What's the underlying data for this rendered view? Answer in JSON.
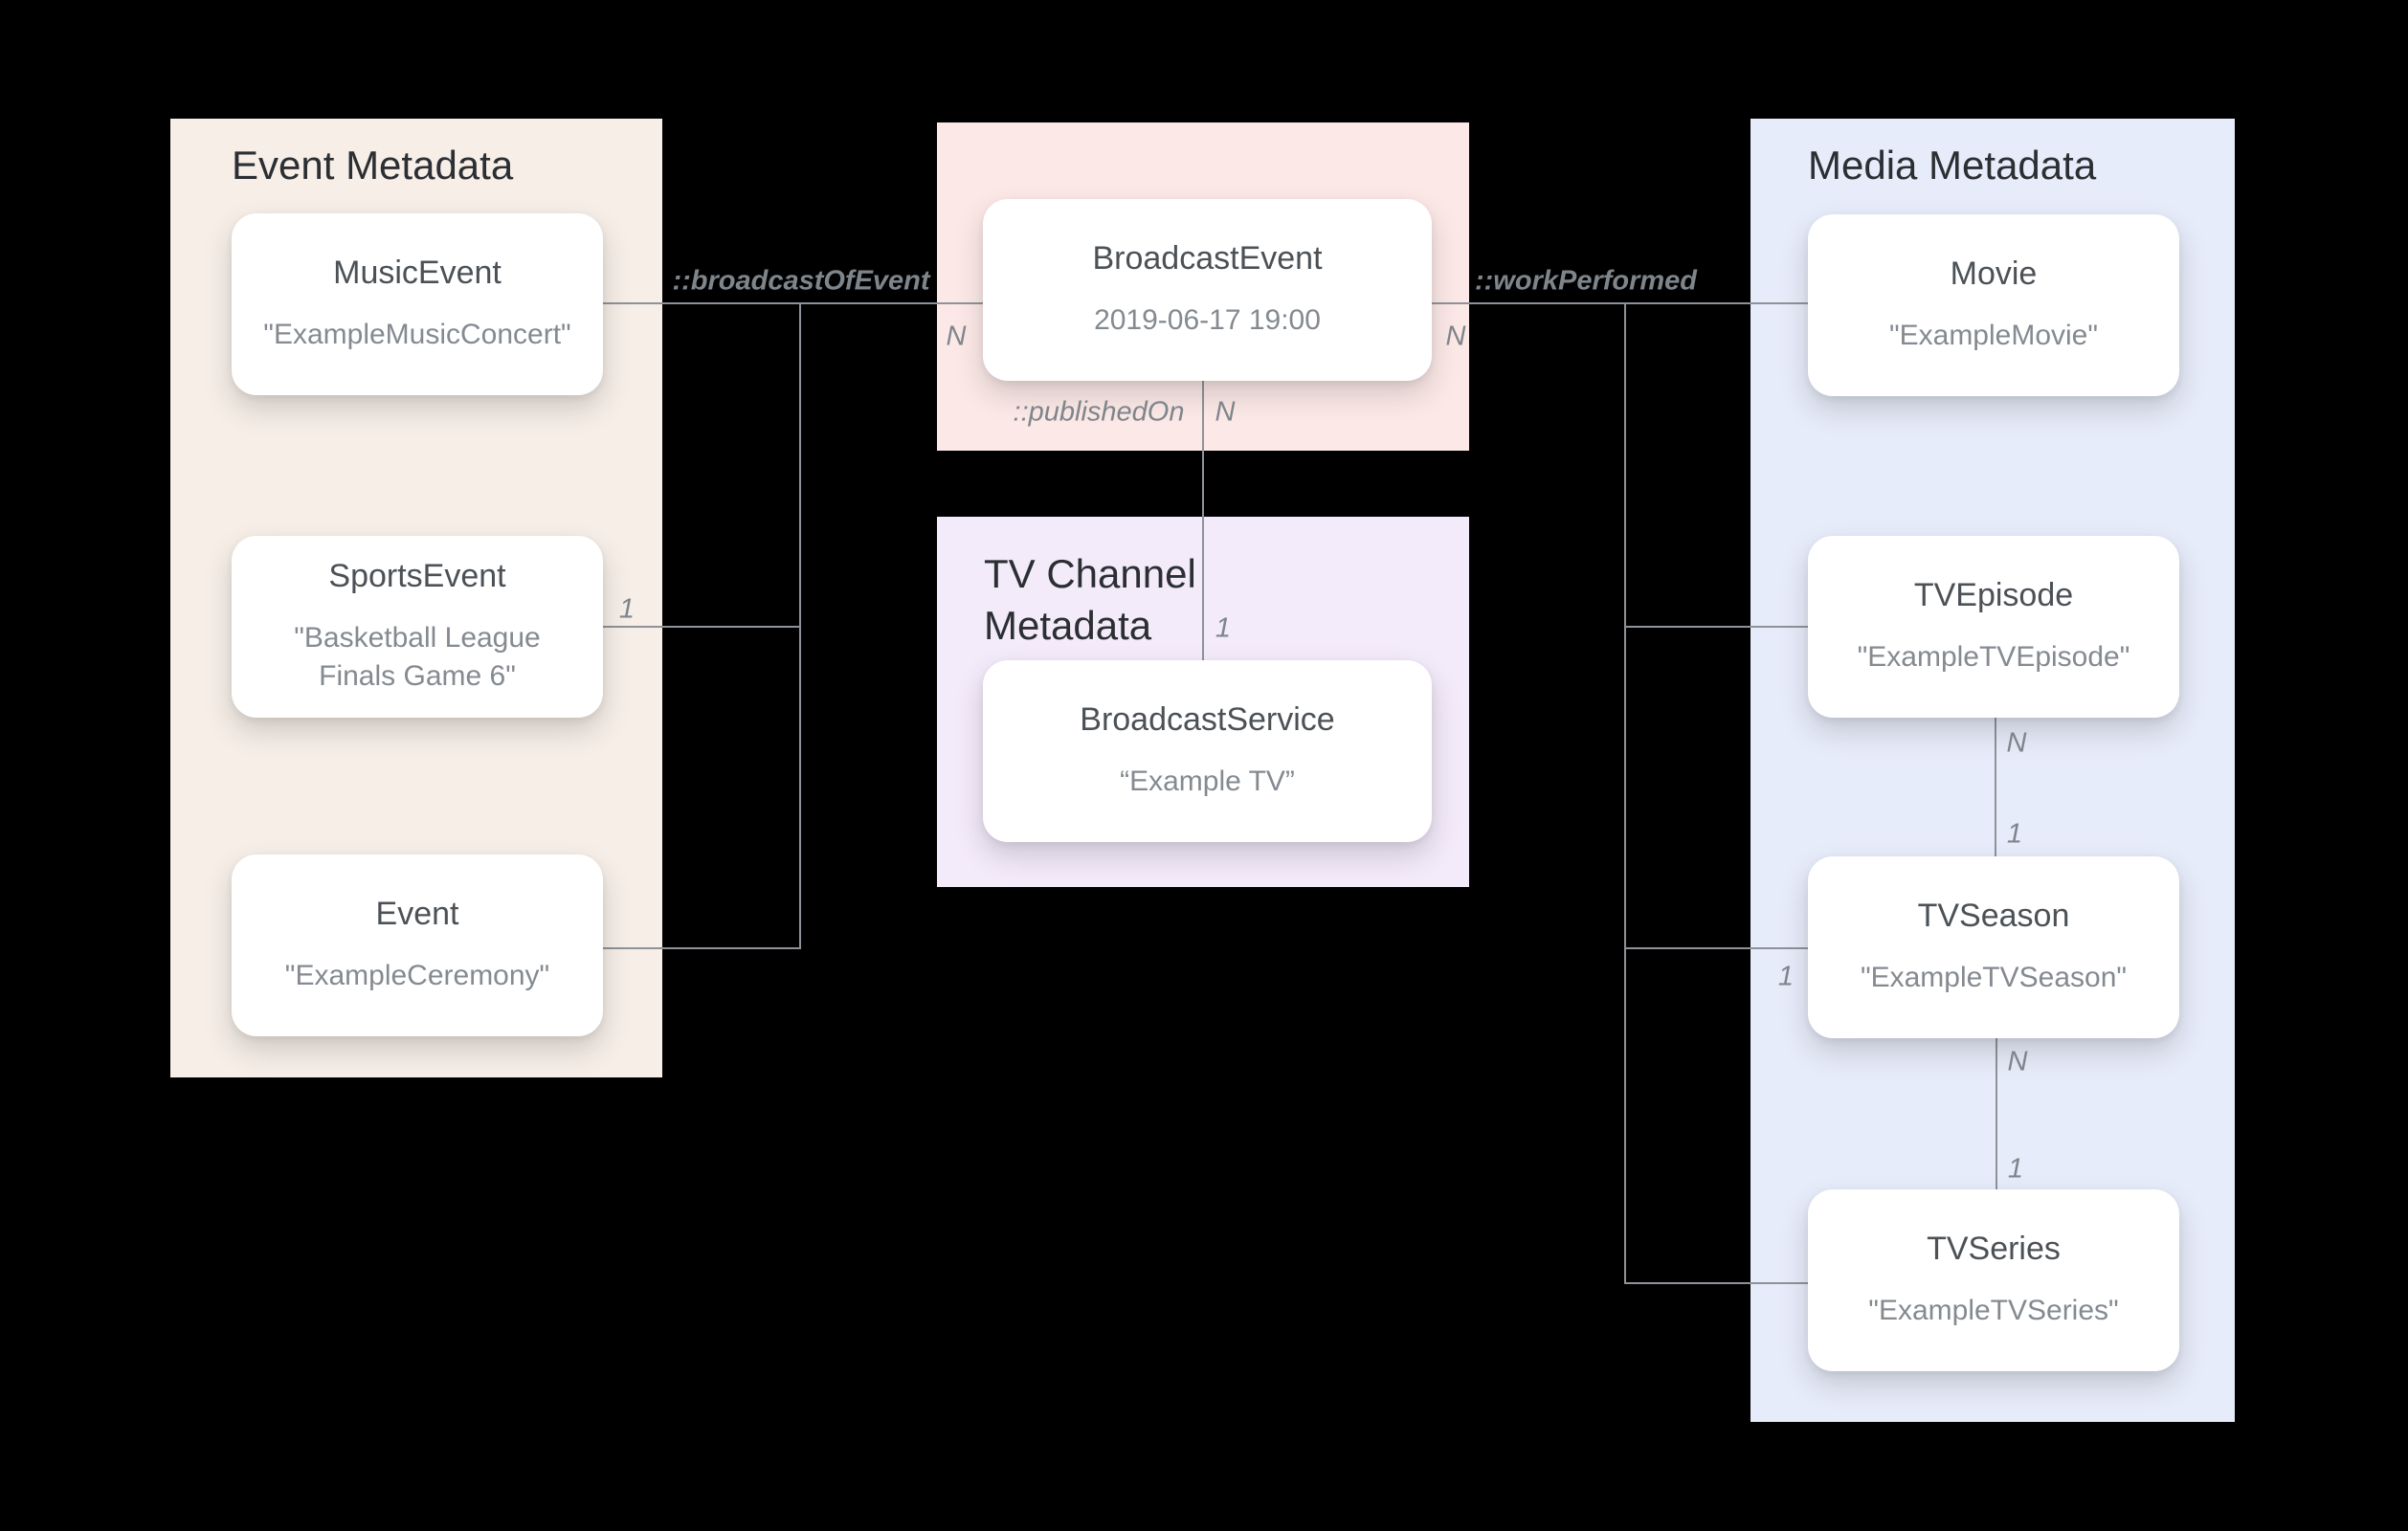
{
  "panels": {
    "event": {
      "title": "Event Metadata",
      "color": "#F6EEE7"
    },
    "broadcast": {
      "color": "#FCE9E7"
    },
    "tv_channel": {
      "title": "TV Channel Metadata",
      "color": "#F3EAFA"
    },
    "media": {
      "title": "Media Metadata",
      "color": "#E7ECFA"
    }
  },
  "nodes": {
    "music_event": {
      "title": "MusicEvent",
      "subtitle": "\"ExampleMusicConcert\""
    },
    "sports_event": {
      "title": "SportsEvent",
      "subtitle": "\"Basketball League Finals Game 6\""
    },
    "event": {
      "title": "Event",
      "subtitle": "\"ExampleCeremony\""
    },
    "broadcast_event": {
      "title": "BroadcastEvent",
      "subtitle": "2019-06-17 19:00"
    },
    "broadcast_service": {
      "title": "BroadcastService",
      "subtitle": "“Example TV”"
    },
    "movie": {
      "title": "Movie",
      "subtitle": "\"ExampleMovie\""
    },
    "tv_episode": {
      "title": "TVEpisode",
      "subtitle": "\"ExampleTVEpisode\""
    },
    "tv_season": {
      "title": "TVSeason",
      "subtitle": "\"ExampleTVSeason\""
    },
    "tv_series": {
      "title": "TVSeries",
      "subtitle": "\"ExampleTVSeries\""
    }
  },
  "edges": {
    "broadcast_of_event": "::broadcastOfEvent",
    "work_performed": "::workPerformed",
    "published_on": "::publishedOn"
  },
  "cardinality": {
    "music_broadcast_n": "N",
    "broadcast_movie_n": "N",
    "published_on_n": "N",
    "published_on_1": "1",
    "sports_event_1": "1",
    "episode_season_n": "N",
    "episode_season_1": "1",
    "season_trunk_1": "1",
    "season_series_n": "N",
    "season_series_1": "1"
  },
  "colors": {
    "background": "#000000",
    "connector_line": "#8E9399",
    "node_background": "#FFFFFF",
    "panel_title_text": "#2B2E32",
    "node_title_text": "#4C5156",
    "node_subtitle_text": "#848A90",
    "edge_label_text": "#7E858B"
  }
}
